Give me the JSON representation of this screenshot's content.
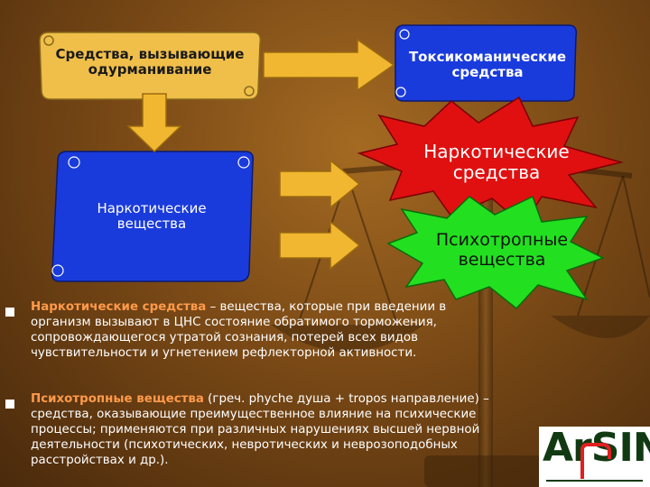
{
  "boxes": {
    "toxic_source": "Средства, вызывающие одурманивание",
    "toxicomanic": "Токсикоманические средства",
    "narcotic_substances": "Наркотические вещества",
    "narcotic_drugs": "Наркотические средства",
    "psychotropic": "Психотропные вещества"
  },
  "definitions": [
    {
      "term": "Наркотические средства",
      "text": " – вещества, которые при введении в организм вызывают в ЦНС состояние обратимого торможения, сопровождающегося утратой сознания, потерей всех видов чувствительности и угнетением рефлекторной активности."
    },
    {
      "term": "Психотропные вещества",
      "text": " (греч. phyche душа + tropos направление) – средства, оказывающие преимущественное влияние на психические процессы; применяются при различных нарушениях высшей нервной деятельности (психотических, невротических и неврозоподобных расстройствах и др.)."
    }
  ],
  "logo": {
    "text": "ArSIN"
  },
  "colors": {
    "yellow_scroll": "#f0bf4a",
    "blue_scroll": "#1a3bdc",
    "red_burst": "#e01010",
    "green_burst": "#22e020",
    "arrow": "#f2b730",
    "term": "#ff9a4a"
  }
}
